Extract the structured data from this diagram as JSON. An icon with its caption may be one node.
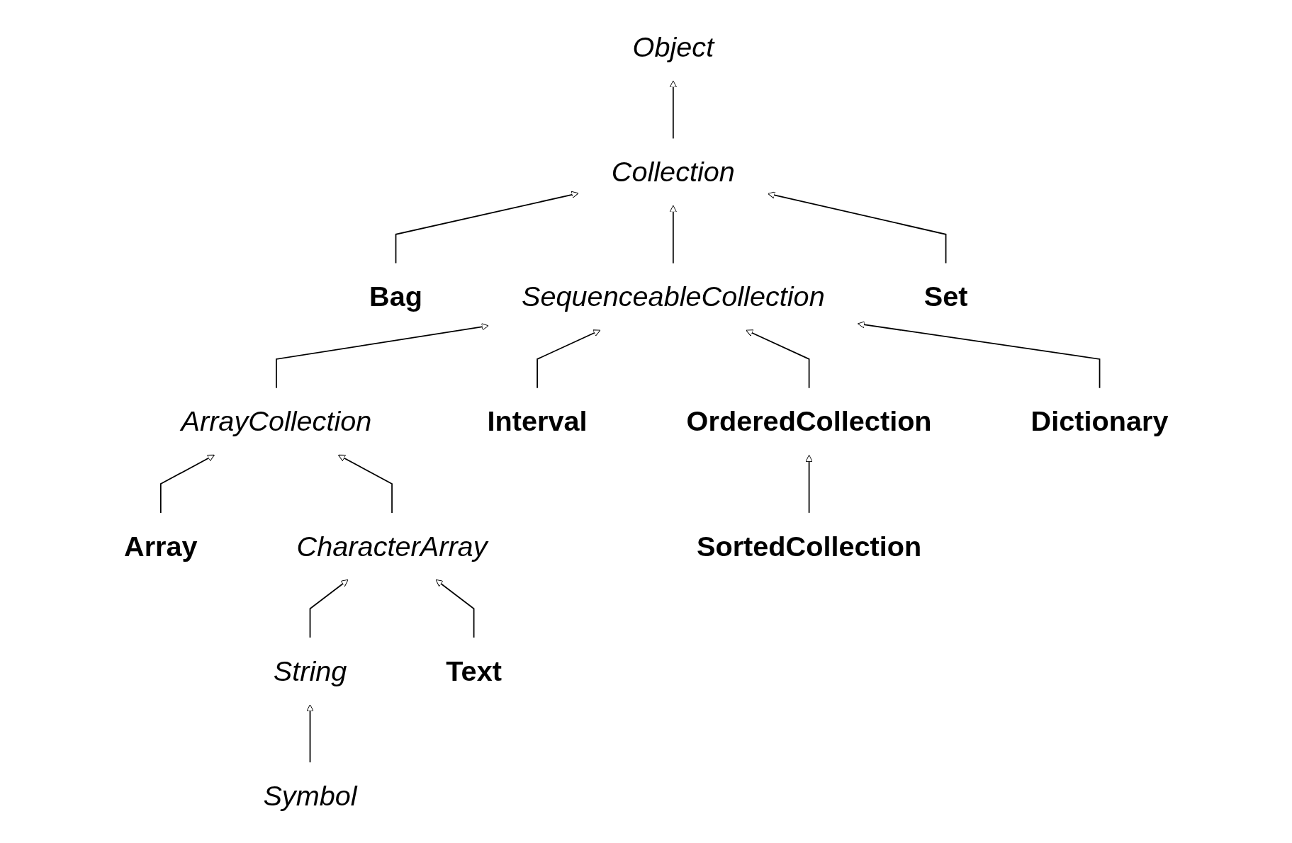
{
  "diagram": {
    "nodes": [
      {
        "text": [
          "Object"
        ]
      },
      {
        "text": [
          "Collection"
        ]
      },
      {
        "text": [
          "Bag"
        ]
      },
      {
        "text": [
          "SequenceableCollection"
        ]
      },
      {
        "text": [
          "Set"
        ]
      },
      {
        "text": [
          "ArrayCollection"
        ]
      },
      {
        "text": [
          "Interval"
        ]
      },
      {
        "text": [
          "OrderedCollection"
        ]
      },
      {
        "text": [
          "Dictionary"
        ]
      },
      {
        "text": [
          "Array"
        ]
      },
      {
        "text": [
          "CharacterArray"
        ]
      },
      {
        "text": [
          "SortedCollection"
        ]
      },
      {
        "text": [
          "String"
        ]
      },
      {
        "text": [
          "Text"
        ]
      },
      {
        "text": [
          "Symbol"
        ]
      }
    ],
    "edges": [
      {
        "from": 1,
        "to": 0,
        "arrow": "to"
      },
      {
        "from": 2,
        "to": 1,
        "arrow": "to"
      },
      {
        "from": 3,
        "to": 1,
        "arrow": "to"
      },
      {
        "from": 4,
        "to": 1,
        "arrow": "to"
      },
      {
        "from": 5,
        "to": 3,
        "arrow": "to"
      },
      {
        "from": 6,
        "to": 3,
        "arrow": "to"
      },
      {
        "from": 7,
        "to": 3,
        "arrow": "to"
      },
      {
        "from": 8,
        "to": 3,
        "arrow": "to"
      },
      {
        "from": 9,
        "to": 5,
        "arrow": "to"
      },
      {
        "from": 10,
        "to": 5,
        "arrow": "to"
      },
      {
        "from": 11,
        "to": 7,
        "arrow": "to"
      },
      {
        "from": 12,
        "to": 10,
        "arrow": "to"
      },
      {
        "from": 13,
        "to": 10,
        "arrow": "to"
      },
      {
        "from": 14,
        "to": 12,
        "arrow": "to"
      }
    ]
  }
}
